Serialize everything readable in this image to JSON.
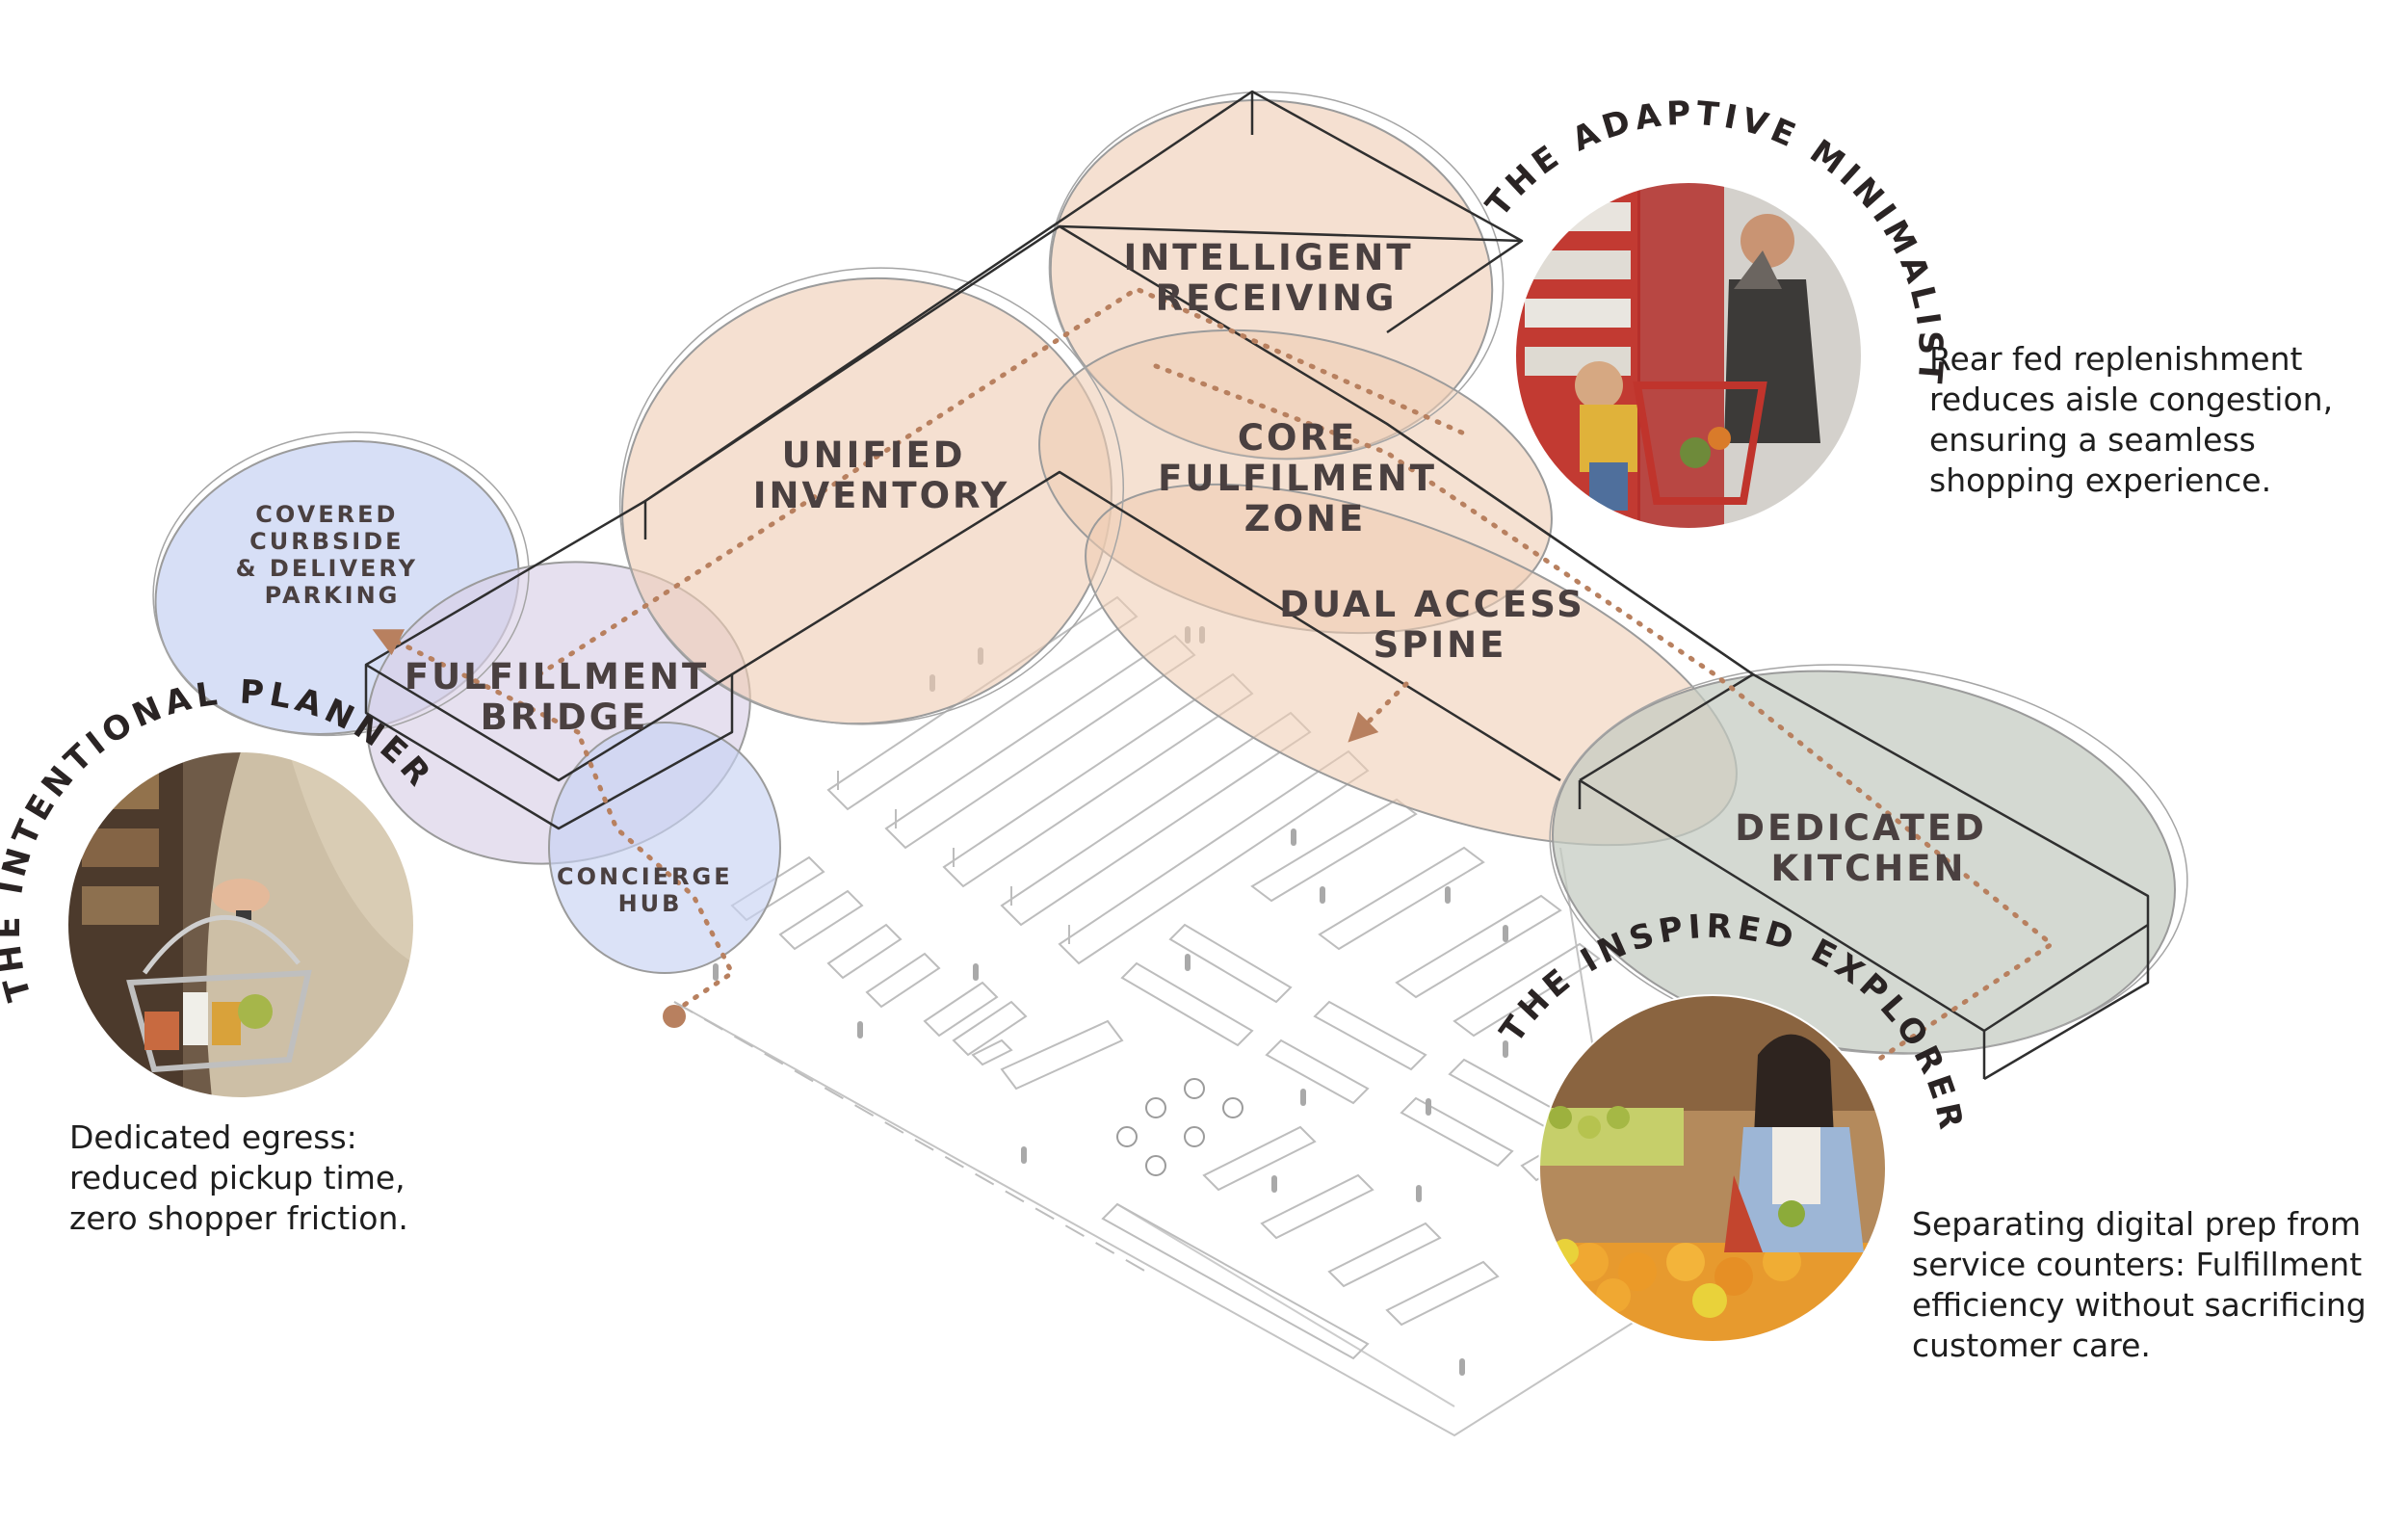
{
  "colors": {
    "peach": "#efcdb4",
    "blue": "#c7d2f2",
    "lavender": "#d8cfe6",
    "sage": "#c4cbc0",
    "route": "#b8805f",
    "outline": "#2f2f2f",
    "plan_line": "#b9b9b9"
  },
  "zones": {
    "intelligent_receiving": [
      "INTELLIGENT",
      "RECEIVING"
    ],
    "unified_inventory": [
      "UNIFIED",
      "INVENTORY"
    ],
    "core_fulfilment": [
      "CORE",
      "FULFILMENT",
      "ZONE"
    ],
    "dual_access_spine": [
      "DUAL ACCESS",
      "SPINE"
    ],
    "fulfillment_bridge": [
      "FULFILLMENT",
      "BRIDGE"
    ],
    "covered_curbside": [
      "COVERED",
      "CURBSIDE",
      "& DELIVERY",
      "PARKING"
    ],
    "concierge_hub": [
      "CONCIERGE",
      "HUB"
    ],
    "dedicated_kitchen": [
      "DEDICATED",
      "KITCHEN"
    ]
  },
  "personas": {
    "intentional_planner": {
      "title": "THE INTENTIONAL PLANNER",
      "photo_icon": "shopper-with-basket-photo",
      "caption": "Dedicated egress:\nreduced pickup time,\nzero shopper friction."
    },
    "adaptive_minimalist": {
      "title": "THE ADAPTIVE MINIMALIST",
      "photo_icon": "family-with-cart-photo",
      "caption": "Rear fed replenishment\nreduces aisle congestion,\nensuring a seamless\nshopping experience."
    },
    "inspired_explorer": {
      "title": "THE INSPIRED EXPLORER",
      "photo_icon": "woman-choosing-produce-photo",
      "caption": "Separating digital prep from\nservice counters: Fulfillment\nefficiency without sacrificing\ncustomer care."
    }
  }
}
